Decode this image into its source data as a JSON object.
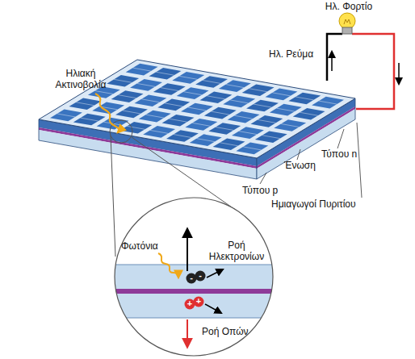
{
  "diagram": {
    "labels": [
      "Ηλ. Φορτίο",
      "Ηλ. Ρεύμα",
      "Ηλιακή Ακτινοβολία",
      "Τύπου n",
      "Ένωση",
      "Τύπου p",
      "Ημιαγωγοί Πυριτίου",
      "Φωτόνια",
      "Ροή Ηλεκτρονίων",
      "-",
      "-",
      "+",
      "+",
      "Ροή Οπών"
    ]
  }
}
